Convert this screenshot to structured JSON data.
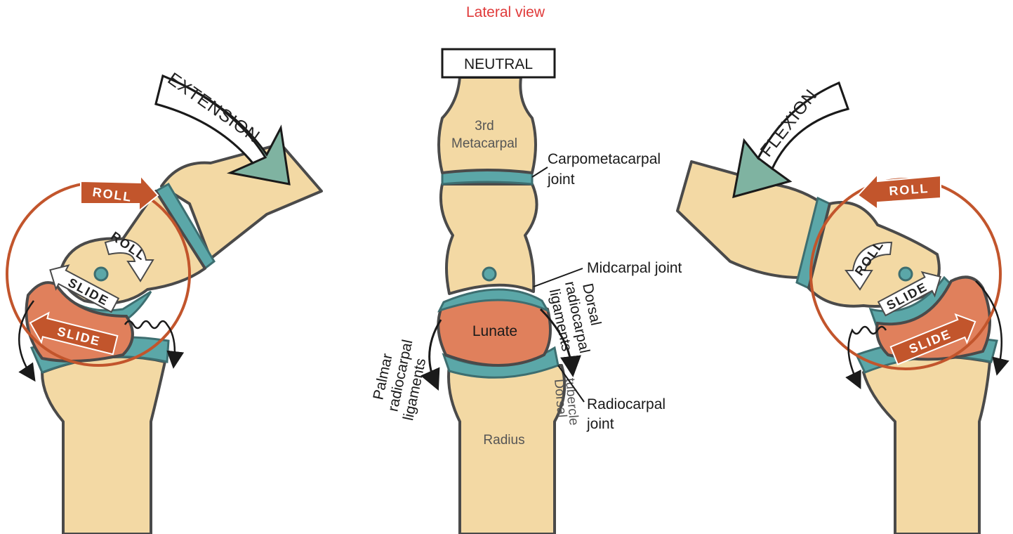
{
  "title": "Lateral view",
  "neutral": {
    "badge": "NEUTRAL",
    "metacarpal_label_1": "3rd",
    "metacarpal_label_2": "Metacarpal",
    "lunate_label": "Lunate",
    "radius_label": "Radius",
    "tubercle_label_1": "Dorsal",
    "tubercle_label_2": "tubercle",
    "carpometacarpal_label_1": "Carpometacarpal",
    "carpometacarpal_label_2": "joint",
    "midcarpal_label": "Midcarpal joint",
    "radiocarpal_label_1": "Radiocarpal",
    "radiocarpal_label_2": "joint",
    "palmar_lig_1": "Palmar",
    "palmar_lig_2": "radiocarpal",
    "palmar_lig_3": "ligaments",
    "dorsal_lig_1": "Dorsal",
    "dorsal_lig_2": "radiocarpal",
    "dorsal_lig_3": "ligaments"
  },
  "extension": {
    "label": "EXTENSION",
    "outer_roll": "ROLL",
    "inner_roll": "ROLL",
    "inner_slide": "SLIDE",
    "outer_slide": "SLIDE"
  },
  "flexion": {
    "label": "FLEXION",
    "outer_roll": "ROLL",
    "inner_roll": "ROLL",
    "inner_slide": "SLIDE",
    "outer_slide": "SLIDE"
  },
  "colors": {
    "title": "#e03a3a",
    "bone": "#f3d9a4",
    "cartilage": "#5ba7a8",
    "carpal_orange": "#e0805c",
    "roll_arrow": "#c2552c",
    "motion_arrow": "#7fb3a1"
  }
}
